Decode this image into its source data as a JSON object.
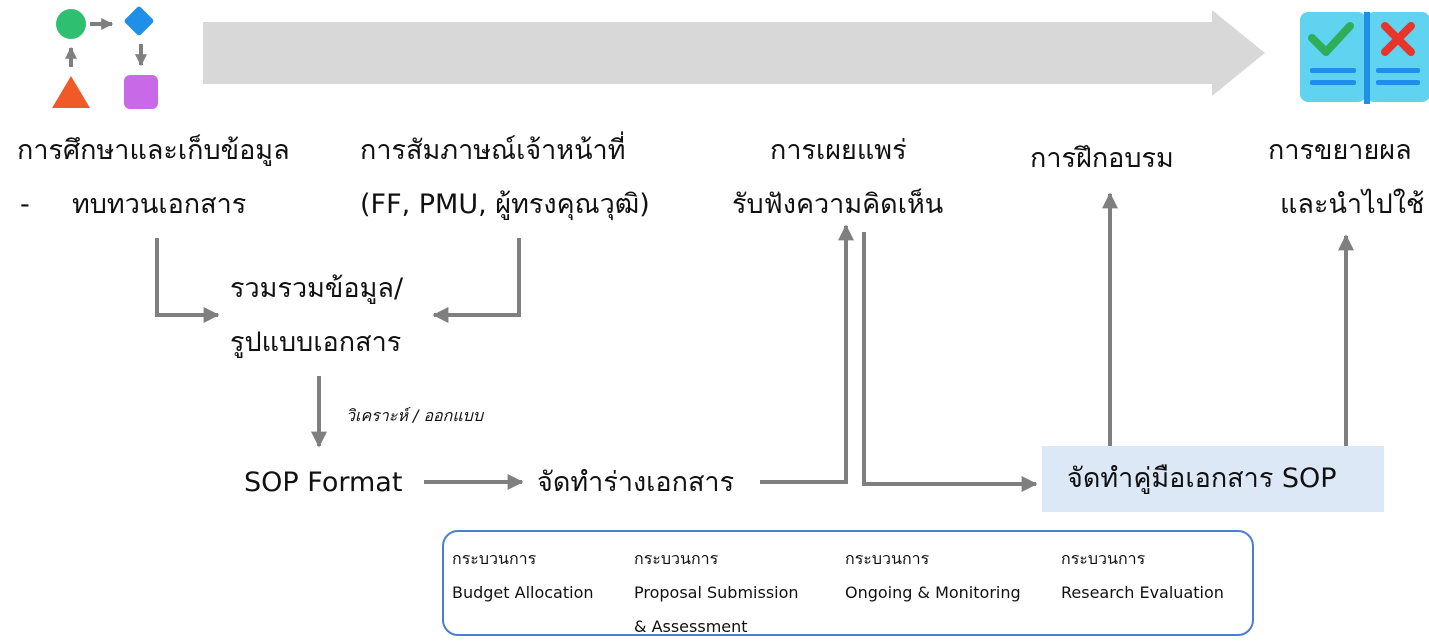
{
  "start_label": {
    "line1": "การศึกษาและเก็บข้อมูล",
    "bullet": "-",
    "line2": "ทบทวนเอกสาร"
  },
  "interview_label": {
    "line1": "การสัมภาษณ์เจ้าหน้าที่",
    "line2": "(FF, PMU, ผู้ทรงคุณวุฒิ)"
  },
  "disseminate_label": {
    "line1": "การเผยแพร่",
    "line2": "รับฟังความคิดเห็น"
  },
  "training_label": "การฝึกอบรม",
  "expand_label": {
    "line1": "การขยายผล",
    "line2": "และนำไปใช้"
  },
  "compile_label": {
    "line1": "รวมรวมข้อมูล/",
    "line2": "รูปแบบเอกสาร"
  },
  "analyze_label": "วิเคราะห์ / ออกแบบ",
  "sop_format_label": "SOP Format",
  "draft_label": "จัดทำร่างเอกสาร",
  "manual_label": "จัดทำคู่มือเอกสาร SOP",
  "processes": [
    {
      "line1": "กระบวนการ",
      "line2": "Budget Allocation",
      "line3": ""
    },
    {
      "line1": "กระบวนการ",
      "line2": "Proposal Submission",
      "line3": "& Assessment"
    },
    {
      "line1": "กระบวนการ",
      "line2": "Ongoing & Monitoring",
      "line3": ""
    },
    {
      "line1": "กระบวนการ",
      "line2": "Research Evaluation",
      "line3": ""
    }
  ],
  "icons": [
    "process-flow-icon",
    "checklist-document-icon"
  ],
  "colors": {
    "big_arrow": "#d8d8d8",
    "connector": "#7f7f7f",
    "manual_box": "#dde8f6",
    "process_border": "#4a7fcb",
    "icon_green": "#2fbf71",
    "icon_blue": "#1f8fe8",
    "icon_orange": "#f05a28",
    "icon_purple": "#c86ae8",
    "doc_teal": "#5fd3f0",
    "check_green": "#2fae5a",
    "cross_red": "#e8352c"
  }
}
